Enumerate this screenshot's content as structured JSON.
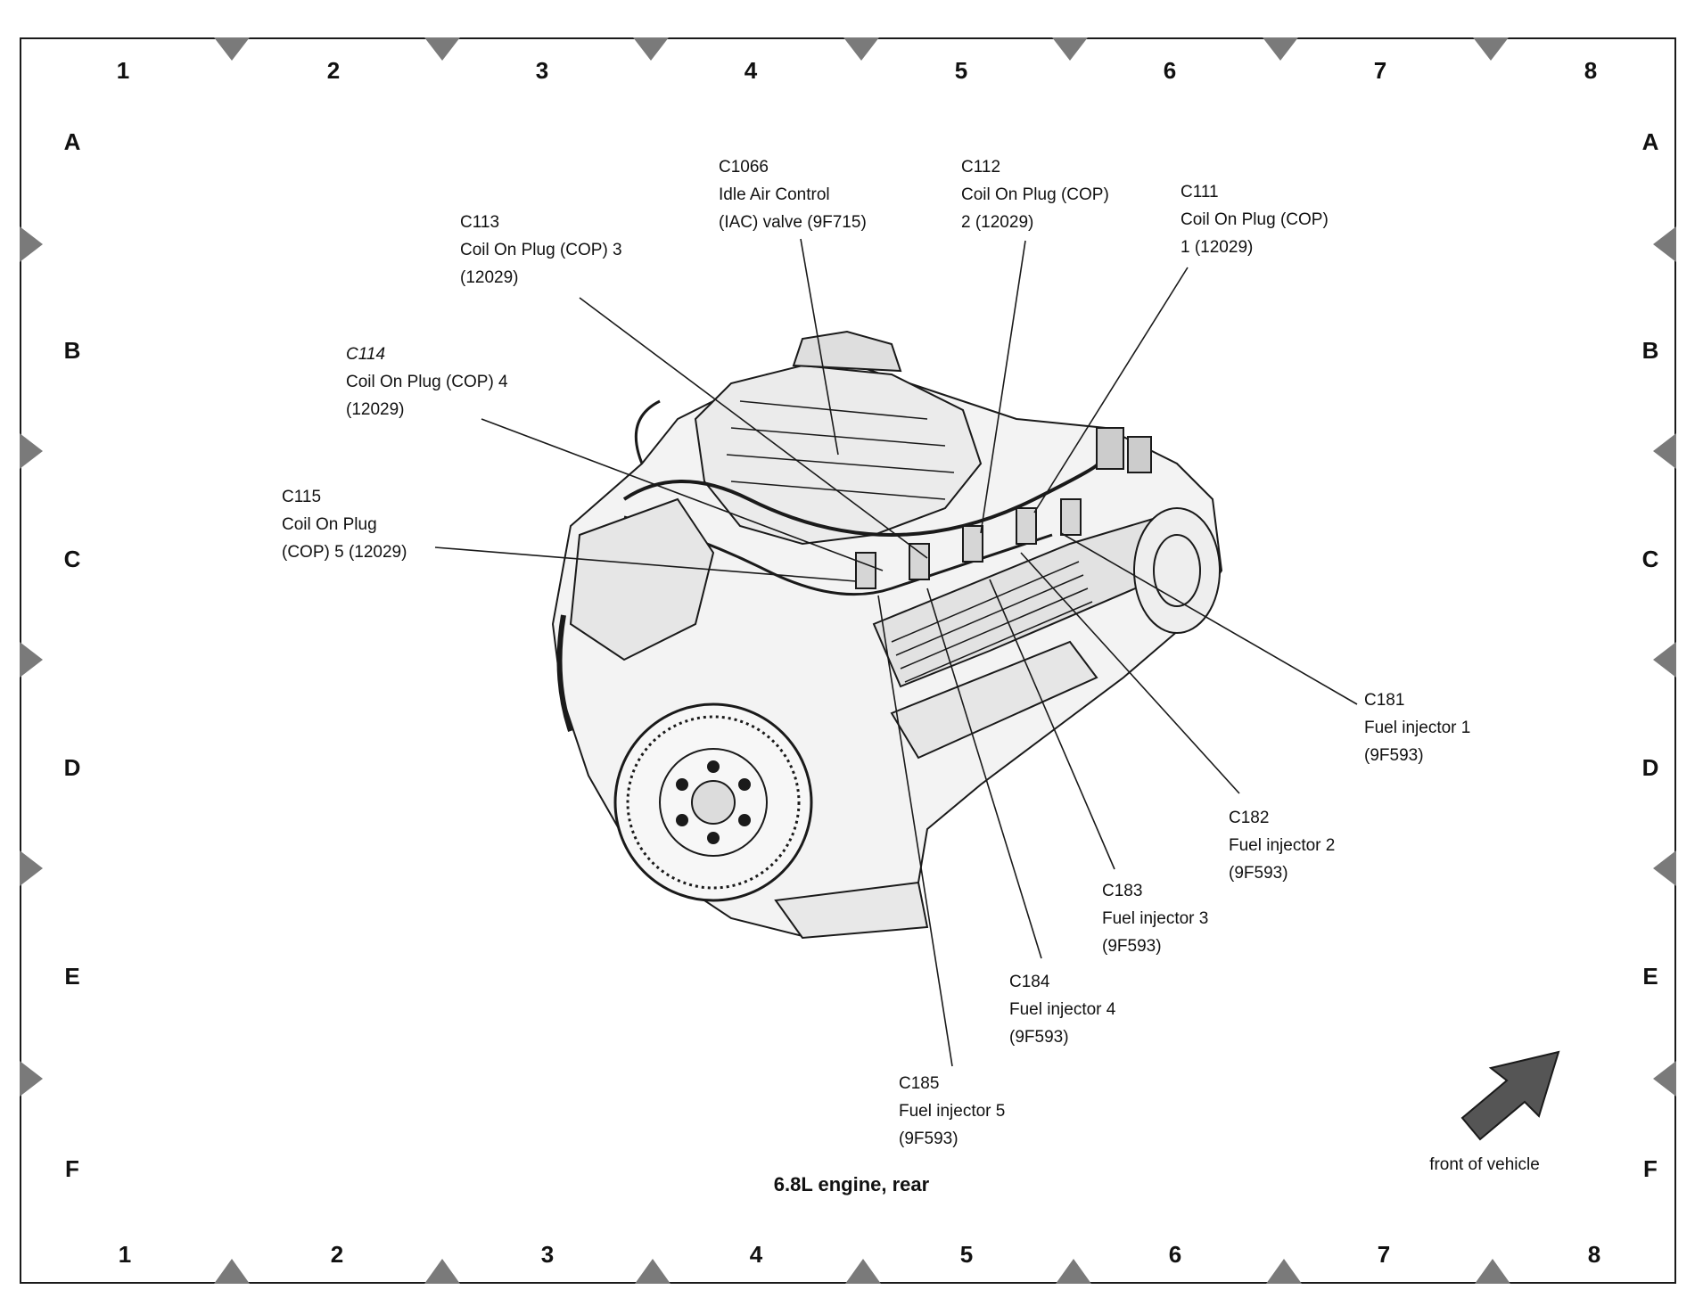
{
  "grid": {
    "columns": [
      "1",
      "2",
      "3",
      "4",
      "5",
      "6",
      "7",
      "8"
    ],
    "rows": [
      "A",
      "B",
      "C",
      "D",
      "E",
      "F"
    ]
  },
  "callouts": {
    "c1066": {
      "id": "C1066",
      "line1": "Idle Air Control",
      "line2": "(IAC) valve (9F715)"
    },
    "c112": {
      "id": "C112",
      "line1": "Coil On Plug (COP)",
      "line2": "2 (12029)"
    },
    "c111": {
      "id": "C111",
      "line1": "Coil On Plug (COP)",
      "line2": "1 (12029)"
    },
    "c113": {
      "id": "C113",
      "line1": "Coil On Plug (COP) 3",
      "line2": "(12029)"
    },
    "c114": {
      "id": "C114",
      "line1": "Coil On Plug (COP) 4",
      "line2": "(12029)"
    },
    "c115": {
      "id": "C115",
      "line1": "Coil On Plug",
      "line2": "(COP) 5 (12029)"
    },
    "c181": {
      "id": "C181",
      "line1": "Fuel injector 1",
      "line2": "(9F593)"
    },
    "c182": {
      "id": "C182",
      "line1": "Fuel injector 2",
      "line2": "(9F593)"
    },
    "c183": {
      "id": "C183",
      "line1": "Fuel injector 3",
      "line2": "(9F593)"
    },
    "c184": {
      "id": "C184",
      "line1": "Fuel injector 4",
      "line2": "(9F593)"
    },
    "c185": {
      "id": "C185",
      "line1": "Fuel injector 5",
      "line2": "(9F593)"
    }
  },
  "caption": "6.8L engine, rear",
  "front_label": "front of vehicle",
  "colors": {
    "ink": "#1a1a1a",
    "marker": "#7a7a7a",
    "paper": "#ffffff"
  }
}
